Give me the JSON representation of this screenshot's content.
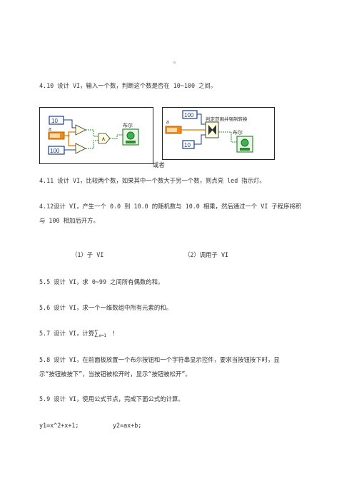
{
  "header_mark": "。",
  "p410": "4.10 设计 VI，输入一个数，判断这个数是否在 10~100 之间。",
  "diagram1": {
    "const_top": "10",
    "const_bottom": "100",
    "input_label": "a",
    "indicator_label": "布尔",
    "and_symbol": "∧"
  },
  "or_text": "或者",
  "diagram2": {
    "const_top": "100",
    "const_bottom": "10",
    "input_label": "a",
    "function_label": "判定范围并强制转换",
    "indicator_label": "布尔"
  },
  "p411": "4.11 设计 VI，比较两个数，如果其中一个数大于另一个数，则点亮 led 指示灯。",
  "p412_line1": "4.12设计 VI，产生一个 0.0 到 10.0 的随机数与 10.0 相乘，然后通过一个 VI 子程序将积",
  "p412_line2": "与 100 相加后开方。",
  "sub1": "（1）子 VI",
  "sub2": "（2）调用子 VI",
  "p55": "5.5 设计 VI，求 0~99 之间所有偶数的和。",
  "p56": "5.6 设计 VI，求一个一维数组中所有元素的和。",
  "p57_prefix": "5.7 设计 VI，计算",
  "p57_sum": "∑",
  "p57_sub": "x=1",
  "p57_suffix": "!",
  "p58_line1": "5.8 设计 VI，在前面板放置一个布尔按钮和一个字符串显示控件，要求当按钮按下时，显",
  "p58_line2": "示“按钮被按下”，当按钮被松开时，显示“按钮被松开”。",
  "p59": "5.9 设计 VI，使用公式节点，完成下面公式的计算。",
  "formula1": "y1=x^2+x+1;",
  "formula2": "y2=ax+b;",
  "colors": {
    "wire_orange": "#f08a1c",
    "wire_green": "#2e8b2e",
    "const_blue": "#1a3d8f",
    "led_green": "#39b54a"
  }
}
